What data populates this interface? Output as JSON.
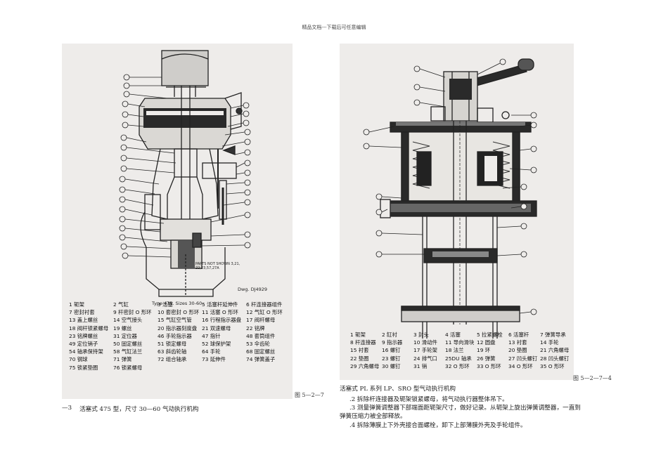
{
  "header": {
    "text": "精品文档---下载后可任意编辑"
  },
  "left_figure": {
    "model_label": "Type 475. Sizes 30-60.",
    "drawing_number": "Dwg. DJ4929",
    "parts_note": "PARTS NOT SHOWN 3,21,\n22,23,57,27A",
    "legend": [
      [
        "1 轭架",
        "2 气缸",
        "3 活塞",
        "5 活塞杆延伸件",
        "6 杆连接器组件"
      ],
      [
        "7 密封衬套",
        "9 杆密封 O 形环",
        "10 套密封 O 形环",
        "11 活塞 O 形环",
        "12 气缸 O 形环"
      ],
      [
        "13 盖上螺丝",
        "14 空气接头",
        "15 气缸空气管",
        "16 行程指示器盘",
        "17 阀杆螺母"
      ],
      [
        "18 阀杆锁紧螺母",
        "19 螺丝",
        "20 指示器刻度盘",
        "21 双速螺母",
        "22 铭牌"
      ],
      [
        "23 铭牌螺丝",
        "31 定位器",
        "46 手轮指示器",
        "47 指针",
        "48 套筒组件"
      ],
      [
        "49 定位销子",
        "50 固定螺丝",
        "51 锁定螺母",
        "52 球保护架",
        "53 伞齿轮"
      ],
      [
        "54 轴承保持架",
        "58 气缸法兰",
        "63 斜齿轮轴",
        "64 手轮",
        "68 固定螺丝"
      ],
      [
        "70 钢球",
        "71 弹簧",
        "72 组合轴承",
        "73 延伸件",
        "74 弹簧盖子"
      ],
      [
        "75 锁紧垫圈",
        "76 锁紧螺母",
        "",
        "",
        ""
      ]
    ]
  },
  "right_figure": {
    "legend": [
      [
        "1 轭架",
        "2 缸衬",
        "3 封头",
        "4 活塞",
        "5 拉紧螺栓",
        "6 活塞杆",
        "7 弹簧导承"
      ],
      [
        "8 杆连接器",
        "9 指示器",
        "10 滑动件",
        "11 导向滑块",
        "12 圆盘",
        "13 衬套",
        "14 手轮"
      ],
      [
        "15 衬套",
        "16 螺钉",
        "17 手轮架",
        "18 法兰",
        "19 环",
        "20 垫圈",
        "21 六角螺母"
      ],
      [
        "22 垫圈",
        "23 螺钉",
        "24 排气口",
        "25DU 轴承",
        "26 弹簧",
        "27 凹头螺钉",
        "28 凹头螺钉"
      ],
      [
        "29 六角螺母",
        "30 螺钉",
        "31 销",
        "32 O 形环",
        "33 O 形环",
        "34 O 形环",
        "35 O 形环"
      ]
    ]
  },
  "figure_number_left": "图 5—2—7",
  "figure_number_right": "图 5—2—7—4",
  "caption_left_num": "—3",
  "caption_left_text": "活塞式 475 型，尺寸 30—60 气动执行机构",
  "caption_right": "活塞式 PL 系列 LP、SRO 型气动执行机构",
  "steps": {
    "step_2": ".2 拆除杆连接器及轭架锁紧螺母，将气动执行器整体吊下。",
    "step_3a": ".3 测量弹簧调整器下部端面距轭架尺寸，做好记录。从轭架上旋出弹簧调整器，一直到",
    "step_3b": "弹簧压缩力被全部释放。",
    "step_4": ".4 拆除薄膜上下外壳接合面螺栓，卸下上部薄膜外壳及手轮组件。"
  }
}
